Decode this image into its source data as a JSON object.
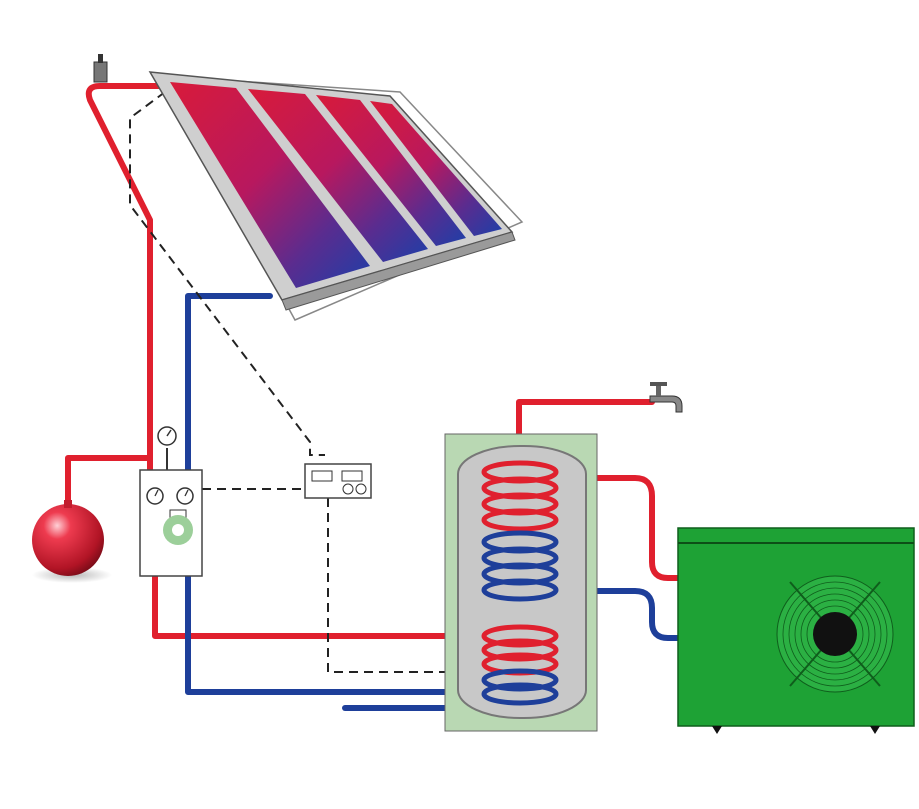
{
  "diagram": {
    "components": [
      {
        "id": "solar-collector",
        "icon": "solar-panel-icon",
        "panels": 4
      },
      {
        "id": "air-vent",
        "icon": "air-vent-icon"
      },
      {
        "id": "expansion-vessel",
        "icon": "expansion-vessel-icon"
      },
      {
        "id": "pump-station",
        "icon": "pump-station-icon",
        "gauges": 2
      },
      {
        "id": "pressure-gauge",
        "icon": "pressure-gauge-icon"
      },
      {
        "id": "solar-controller",
        "icon": "controller-icon"
      },
      {
        "id": "storage-tank",
        "icon": "storage-tank-icon",
        "coils": 3
      },
      {
        "id": "hot-water-tap",
        "icon": "tap-icon"
      },
      {
        "id": "heat-pump",
        "icon": "heat-pump-icon"
      }
    ],
    "colors": {
      "hot_pipe": "#e0202e",
      "cold_pipe": "#1e3f9a",
      "tank_outer": "#b9d8b3",
      "tank_inner": "#c8c8c8",
      "heat_pump_body": "#1ea235",
      "panel_frame": "#cfcfcf",
      "control_wire": "#222222",
      "pump_green": "#9ccf9a"
    }
  }
}
